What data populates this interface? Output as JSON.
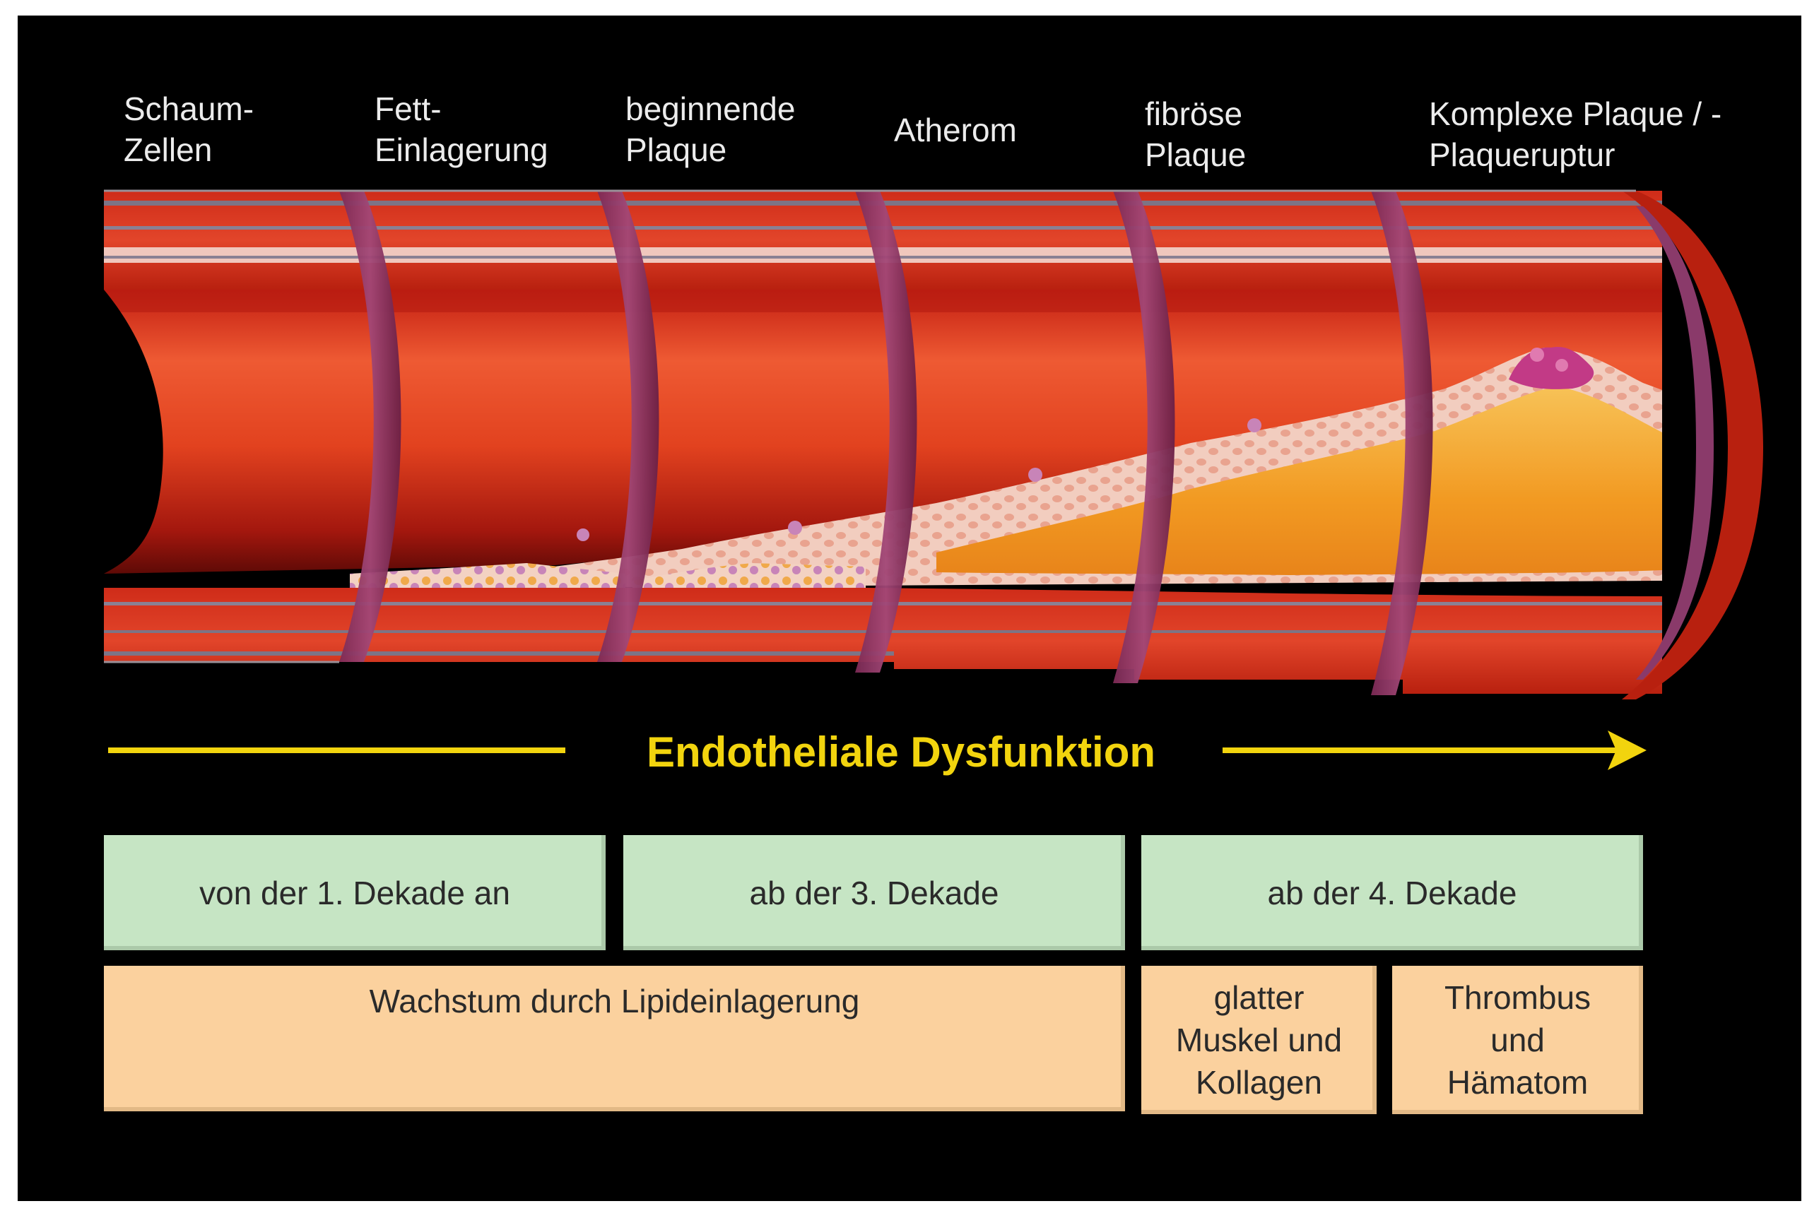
{
  "colors": {
    "background": "#000000",
    "title": "#f2d40e",
    "decade_box": "#c6e5c4",
    "growth_box": "#fbd19e",
    "vessel_wall": "#d2301c",
    "lumen": "#e0401e",
    "plaque_core": "#f4a62a",
    "intima": "#f0c4b8"
  },
  "stages": [
    {
      "line1": "Schaum-",
      "line2": "Zellen"
    },
    {
      "line1": "Fett-",
      "line2": "Einlagerung"
    },
    {
      "line1": "beginnende",
      "line2": "Plaque"
    },
    {
      "line1": "Atherom",
      "line2": ""
    },
    {
      "line1": "fibröse",
      "line2": "Plaque"
    },
    {
      "line1": "Komplexe Plaque / -",
      "line2": "Plaqueruptur"
    }
  ],
  "progression": {
    "title": "Endotheliale Dysfunktion"
  },
  "decades": [
    "von der 1. Dekade an",
    "ab der 3. Dekade",
    "ab der 4. Dekade"
  ],
  "growth": {
    "lipid": "Wachstum durch Lipideinlagerung",
    "muscle": {
      "line1": "glatter",
      "line2": "Muskel und",
      "line3": "Kollagen"
    },
    "thrombus": {
      "line1": "Thrombus",
      "line2": "und",
      "line3": "Hämatom"
    }
  }
}
